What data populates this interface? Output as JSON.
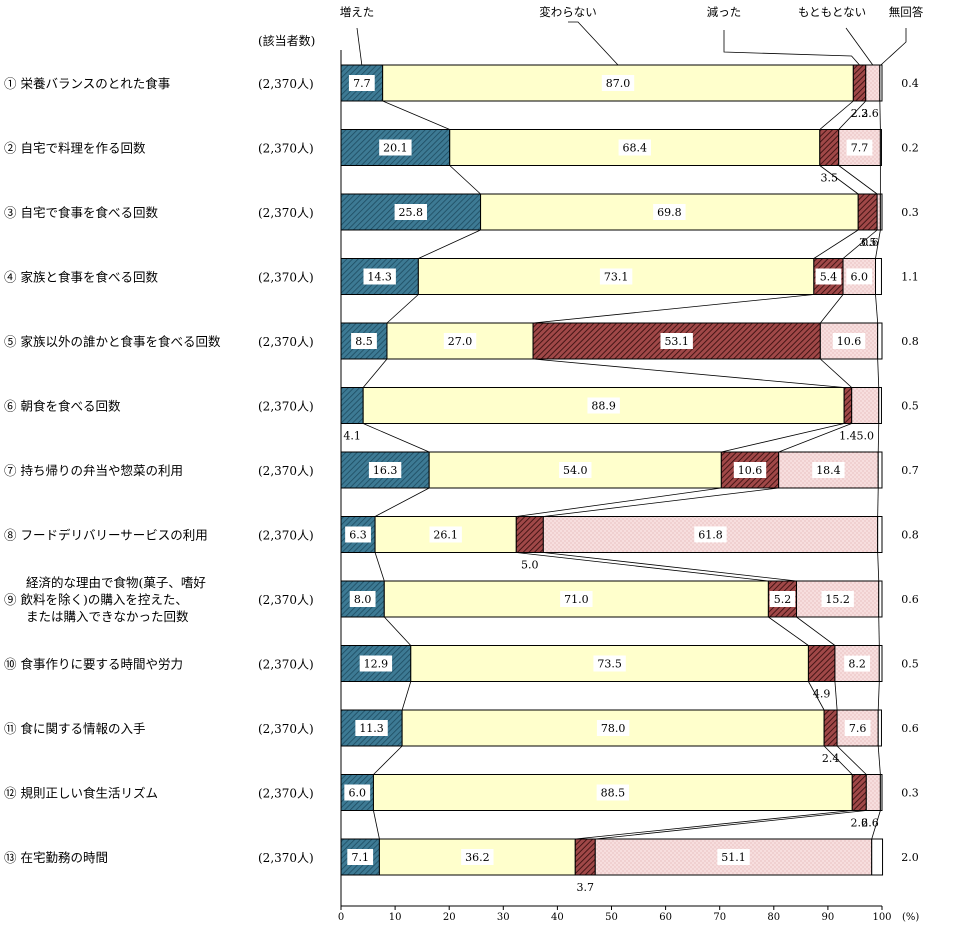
{
  "chart_data": {
    "type": "bar",
    "stacked": "percent",
    "orientation": "horizontal",
    "unit": "(%)",
    "count_header": "(該当者数)",
    "xlim": [
      0,
      100
    ],
    "xticks": [
      "0",
      "10",
      "20",
      "30",
      "40",
      "50",
      "60",
      "70",
      "80",
      "90",
      "100"
    ],
    "series": [
      {
        "name": "増えた",
        "color": "#3d7a94"
      },
      {
        "name": "変わらない",
        "color": "#ffffcc"
      },
      {
        "name": "減った",
        "color": "#a04848"
      },
      {
        "name": "もともとない",
        "color": "#f7dede"
      },
      {
        "name": "無回答",
        "color": "#ffffff"
      }
    ],
    "categories": [
      {
        "label": [
          "① 栄養バランスのとれた食事"
        ],
        "count": "(2,370人)",
        "values": [
          7.7,
          87.0,
          2.3,
          2.6,
          0.4
        ],
        "texts": [
          "7.7",
          "87.0",
          "2.3",
          "2.6",
          "0.4"
        ]
      },
      {
        "label": [
          "② 自宅で料理を作る回数"
        ],
        "count": "(2,370人)",
        "values": [
          20.1,
          68.4,
          3.5,
          7.7,
          0.2
        ],
        "texts": [
          "20.1",
          "68.4",
          "3.5",
          "7.7",
          "0.2"
        ]
      },
      {
        "label": [
          "③ 自宅で食事を食べる回数"
        ],
        "count": "(2,370人)",
        "values": [
          25.8,
          69.8,
          3.5,
          0.6,
          0.3
        ],
        "texts": [
          "25.8",
          "69.8",
          "3.5",
          "0.6",
          "0.3"
        ]
      },
      {
        "label": [
          "④ 家族と食事を食べる回数"
        ],
        "count": "(2,370人)",
        "values": [
          14.3,
          73.1,
          5.4,
          6.0,
          1.1
        ],
        "texts": [
          "14.3",
          "73.1",
          "5.4",
          "6.0",
          "1.1"
        ]
      },
      {
        "label": [
          "⑤ 家族以外の誰かと食事を食べる回数"
        ],
        "count": "(2,370人)",
        "values": [
          8.5,
          27.0,
          53.1,
          10.6,
          0.8
        ],
        "texts": [
          "8.5",
          "27.0",
          "53.1",
          "10.6",
          "0.8"
        ]
      },
      {
        "label": [
          "⑥ 朝食を食べる回数"
        ],
        "count": "(2,370人)",
        "values": [
          4.1,
          88.9,
          1.4,
          5.0,
          0.5
        ],
        "texts": [
          "4.1",
          "88.9",
          "1.4",
          "5.0",
          "0.5"
        ]
      },
      {
        "label": [
          "⑦ 持ち帰りの弁当や惣菜の利用"
        ],
        "count": "(2,370人)",
        "values": [
          16.3,
          54.0,
          10.6,
          18.4,
          0.7
        ],
        "texts": [
          "16.3",
          "54.0",
          "10.6",
          "18.4",
          "0.7"
        ]
      },
      {
        "label": [
          "⑧ フードデリバリーサービスの利用"
        ],
        "count": "(2,370人)",
        "values": [
          6.3,
          26.1,
          5.0,
          61.8,
          0.8
        ],
        "texts": [
          "6.3",
          "26.1",
          "5.0",
          "61.8",
          "0.8"
        ]
      },
      {
        "label": [
          "経済的な理由で食物(菓子、嗜好",
          "⑨ 飲料を除く)の購入を控えた、",
          "または購入できなかった回数"
        ],
        "count": "(2,370人)",
        "values": [
          8.0,
          71.0,
          5.2,
          15.2,
          0.6
        ],
        "texts": [
          "8.0",
          "71.0",
          "5.2",
          "15.2",
          "0.6"
        ]
      },
      {
        "label": [
          "⑩ 食事作りに要する時間や労力"
        ],
        "count": "(2,370人)",
        "values": [
          12.9,
          73.5,
          4.9,
          8.2,
          0.5
        ],
        "texts": [
          "12.9",
          "73.5",
          "4.9",
          "8.2",
          "0.5"
        ]
      },
      {
        "label": [
          "⑪ 食に関する情報の入手"
        ],
        "count": "(2,370人)",
        "values": [
          11.3,
          78.0,
          2.4,
          7.6,
          0.6
        ],
        "texts": [
          "11.3",
          "78.0",
          "2.4",
          "7.6",
          "0.6"
        ]
      },
      {
        "label": [
          "⑫ 規則正しい食生活リズム"
        ],
        "count": "(2,370人)",
        "values": [
          6.0,
          88.5,
          2.6,
          2.6,
          0.3
        ],
        "texts": [
          "6.0",
          "88.5",
          "2.6",
          "2.6",
          "0.3"
        ]
      },
      {
        "label": [
          "⑬ 在宅勤務の時間"
        ],
        "count": "(2,370人)",
        "values": [
          7.1,
          36.2,
          3.7,
          51.1,
          2.0
        ],
        "texts": [
          "7.1",
          "36.2",
          "3.7",
          "51.1",
          "2.0"
        ]
      }
    ]
  }
}
